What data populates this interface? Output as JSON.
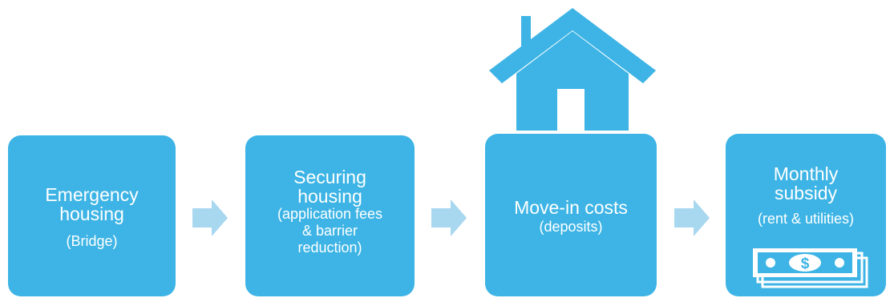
{
  "steps": [
    {
      "title_lines": [
        "Emergency",
        "housing"
      ],
      "sub_lines": [
        "(Bridge)"
      ]
    },
    {
      "title_lines": [
        "Securing",
        "housing"
      ],
      "sub_lines": [
        "(application fees",
        "& barrier",
        "reduction)"
      ]
    },
    {
      "title_lines": [
        "Move-in costs"
      ],
      "sub_lines": [
        "(deposits)"
      ]
    },
    {
      "title_lines": [
        "Monthly",
        "subsidy"
      ],
      "sub_lines": [
        "(rent & utilities)"
      ]
    }
  ],
  "icons": {
    "house": "house-icon",
    "money": "money-stack-icon",
    "money_symbol": "$",
    "arrow": "right-arrow-icon"
  },
  "colors": {
    "box": "#3db4e5",
    "arrow": "#a8d7f0",
    "text": "#ffffff"
  }
}
